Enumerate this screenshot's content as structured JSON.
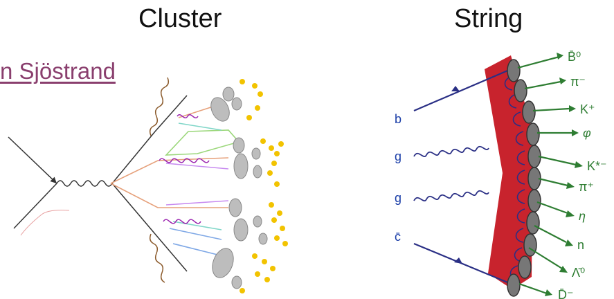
{
  "headings": {
    "cluster": "Cluster",
    "string": "String"
  },
  "author_link": "n Sjöstrand",
  "string_diagram": {
    "quarks_in": [
      "b",
      "g",
      "g",
      "c̄"
    ],
    "hadrons_out": [
      "B̄⁰",
      "π⁻",
      "K⁺",
      "φ",
      "K*⁻",
      "π⁺",
      "η",
      "n",
      "Λ̄⁰",
      "D̄⁻"
    ]
  },
  "colors": {
    "string_red": "#c8232d",
    "quark_line": "#2a2f85",
    "hadron_arrow": "#2e7d32",
    "hadron_label": "#2e7d32",
    "quark_label": "#1c3fa8",
    "link": "#8a3f6e",
    "blob": "#bdbdbd",
    "final_particle": "#f2c300"
  }
}
